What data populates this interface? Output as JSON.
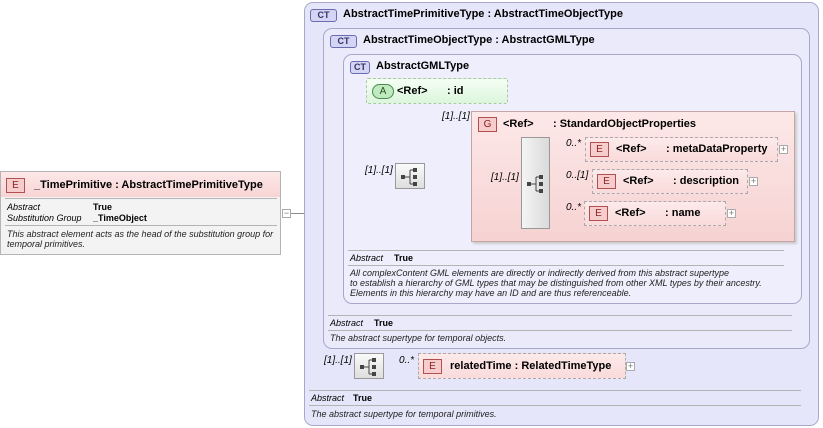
{
  "outer": {
    "badge": "CT",
    "title": "AbstractTimePrimitiveType : AbstractTimeObjectType",
    "abstract_label": "Abstract",
    "abstract_value": "True",
    "description": "The abstract supertype for temporal primitives."
  },
  "middle": {
    "badge": "CT",
    "title": "AbstractTimeObjectType : AbstractGMLType",
    "abstract_label": "Abstract",
    "abstract_value": "True",
    "description": "The abstract supertype for temporal objects."
  },
  "inner": {
    "badge": "CT",
    "title": "AbstractGMLType",
    "abstract_label": "Abstract",
    "abstract_value": "True",
    "description_lines": [
      "All complexContent GML elements are directly or indirectly derived from this abstract supertype",
      "to establish a hierarchy of GML types that may be distinguished from other XML types by their ancestry.",
      "Elements in this hierarchy may have an ID and are thus referenceable."
    ]
  },
  "attribute_id": {
    "badge": "A",
    "ref": "<Ref>",
    "name": ": id"
  },
  "group": {
    "badge": "G",
    "ref": "<Ref>",
    "name": ": StandardObjectProperties",
    "cardinality": "[1]..[1]",
    "seq_cardinality": "[1]..[1]",
    "children": [
      {
        "card": "0..*",
        "badge": "E",
        "ref": "<Ref>",
        "name": ": metaDataProperty"
      },
      {
        "card": "0..[1]",
        "badge": "E",
        "ref": "<Ref>",
        "name": ": description"
      },
      {
        "card": "0..*",
        "badge": "E",
        "ref": "<Ref>",
        "name": ": name"
      }
    ]
  },
  "inner_seq_cardinality": "[1]..[1]",
  "outer_seq_cardinality": "[1]..[1]",
  "related": {
    "card": "0..*",
    "badge": "E",
    "name": "relatedTime : RelatedTimeType"
  },
  "root": {
    "badge": "E",
    "title": "_TimePrimitive : AbstractTimePrimitiveType",
    "props": [
      {
        "label": "Abstract",
        "value": "True"
      },
      {
        "label": "Substitution Group",
        "value": "_TimeObject"
      }
    ],
    "description_lines": [
      "This abstract element acts as the head of the substitution group for",
      "temporal primitives."
    ]
  },
  "icons": {
    "expand": "plus-icon",
    "collapse": "minus-icon",
    "sequence": "sequence-compositor-icon"
  }
}
